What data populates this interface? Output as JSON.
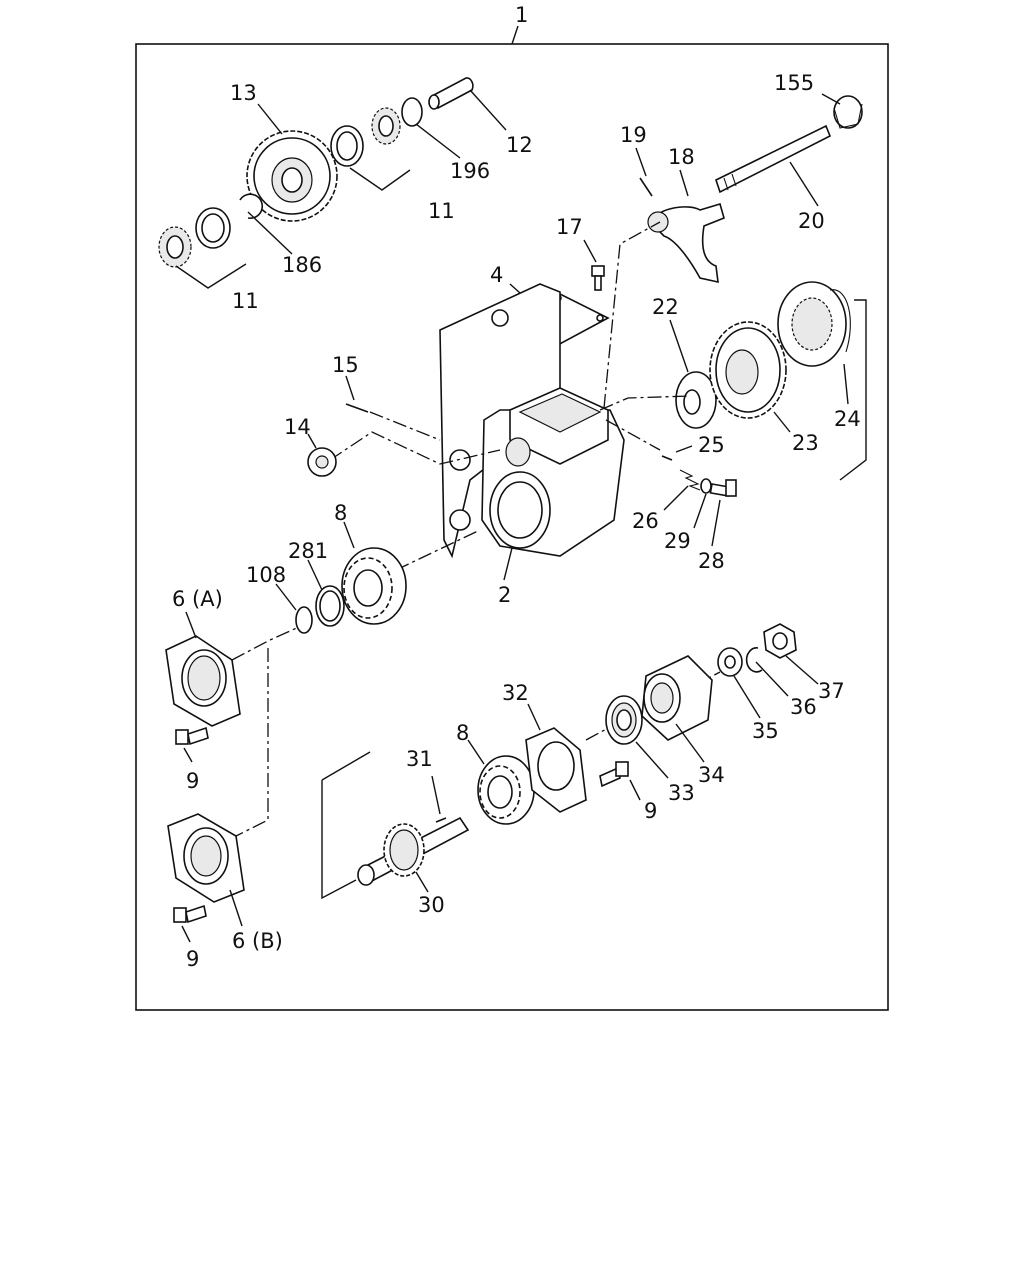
{
  "labels": {
    "l1": "1",
    "l2": "2",
    "l4": "4",
    "l6a": "6 (A)",
    "l6b": "6 (B)",
    "l8a": "8",
    "l8b": "8",
    "l9a": "9",
    "l9b": "9",
    "l9c": "9",
    "l11a": "11",
    "l11b": "11",
    "l12": "12",
    "l13": "13",
    "l14": "14",
    "l15": "15",
    "l17": "17",
    "l18": "18",
    "l19": "19",
    "l20": "20",
    "l22": "22",
    "l23": "23",
    "l24": "24",
    "l25": "25",
    "l26": "26",
    "l28": "28",
    "l29": "29",
    "l30": "30",
    "l31": "31",
    "l32": "32",
    "l33": "33",
    "l34": "34",
    "l35": "35",
    "l36": "36",
    "l37": "37",
    "l108": "108",
    "l155": "155",
    "l186": "186",
    "l196": "196",
    "l281": "281"
  }
}
